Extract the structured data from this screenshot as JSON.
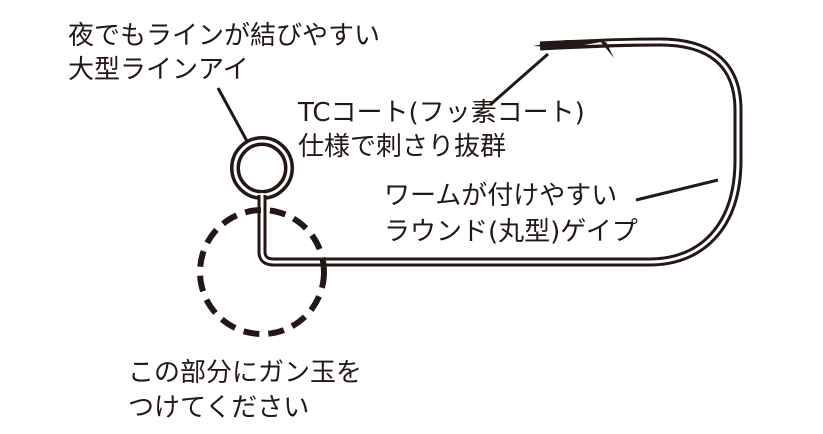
{
  "labels": {
    "line_eye": {
      "line1": "夜でもラインが結びやすい",
      "line2": "大型ラインアイ"
    },
    "tc_coat": {
      "line1": "TCコート(フッ素コート)",
      "line2": "仕様で刺さり抜群"
    },
    "round_gape": {
      "line1": "ワームが付けやすい",
      "line2": "ラウンド(丸型)ゲイプ"
    },
    "split_shot": {
      "line1": "この部分にガン玉を",
      "line2": "つけてください"
    }
  },
  "colors": {
    "ink": "#231815",
    "hook_fill": "#ffffff",
    "background": "#ffffff"
  }
}
